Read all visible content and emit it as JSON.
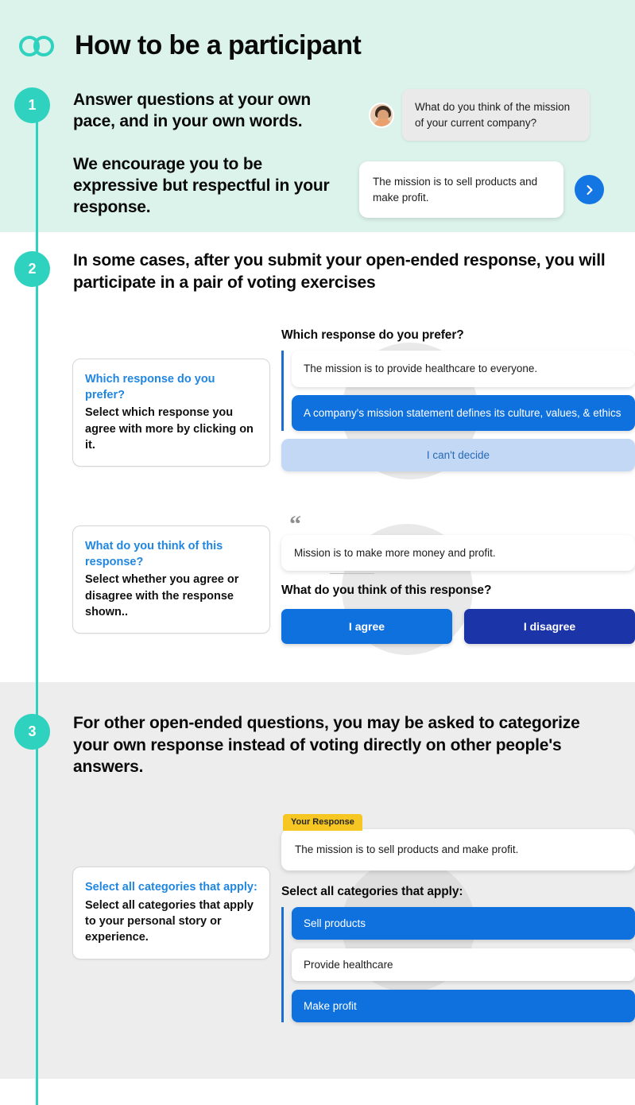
{
  "header": {
    "logo_icon": "infinity-logo-icon",
    "title": "How to be a participant",
    "accent_teal": "#2FD2BE"
  },
  "steps": [
    {
      "number": "1",
      "headings": [
        "Answer questions at your own pace, and in your own words.",
        "We encourage you to be expressive but respectful in your response."
      ],
      "chat": {
        "avatar_icon": "user-avatar",
        "question": "What do you think of the mission of your current company?",
        "answer": "The mission is to sell products and make profit.",
        "send_icon": "chevron-right-icon",
        "send_color": "#1476E2"
      }
    },
    {
      "number": "2",
      "heading": "In some cases, after you submit your open-ended response, you will participate in a pair of voting  exercises",
      "examples": [
        {
          "card": {
            "title": "Which response do you prefer?",
            "subtitle": "Select which response you agree with more by clicking on it."
          },
          "panel": {
            "title": "Which response do you prefer?",
            "options": [
              {
                "label": "The mission  is to provide healthcare to everyone.",
                "state": "unselected"
              },
              {
                "label": "A company's mission statement defines its culture, values, & ethics",
                "state": "selected"
              }
            ],
            "undecided_label": "I can't decide"
          }
        },
        {
          "card": {
            "title": "What do you think of this response?",
            "subtitle": "Select whether you agree or disagree with the response shown.."
          },
          "panel": {
            "quote_icon": "quote-mark-icon",
            "quote": "Mission is to make more money and profit.",
            "title": "What do you think of this response?",
            "agree_label": "I agree",
            "disagree_label": "I disagree",
            "agree_color": "#0F71DE",
            "disagree_color": "#1B34A8"
          }
        }
      ]
    },
    {
      "number": "3",
      "heading": "For other open-ended questions, you may be asked to categorize your own response instead of voting directly on other people's answers.",
      "example": {
        "card": {
          "title": "Select all categories that apply:",
          "subtitle": "Select all categories that apply to your personal story or experience."
        },
        "panel": {
          "badge": "Your Response",
          "badge_color": "#F6C722",
          "response": "The mission is to sell products and make profit.",
          "title": "Select all categories that apply:",
          "categories": [
            {
              "label": "Sell products",
              "state": "selected"
            },
            {
              "label": "Provide healthcare",
              "state": "unselected"
            },
            {
              "label": "Make profit",
              "state": "selected"
            }
          ]
        }
      }
    }
  ]
}
